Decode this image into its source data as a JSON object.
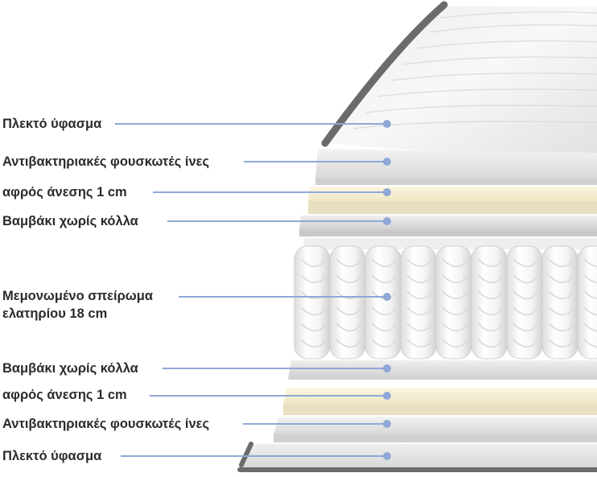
{
  "labels": [
    {
      "text": "Πλεκτό ύφασμα"
    },
    {
      "text": "Αντιβακτηριακές φουσκωτές ίνες"
    },
    {
      "text": "αφρός άνεσης 1 cm"
    },
    {
      "text": "Βαμβάκι χωρίς κόλλα"
    },
    {
      "line1": "Μεμονωμένο σπείρωμα",
      "line2": "ελατηρίου 18 cm"
    },
    {
      "text": "Βαμβάκι χωρίς κόλλα"
    },
    {
      "text": "αφρός άνεσης 1 cm"
    },
    {
      "text": "Αντιβακτηριακές φουσκωτές ίνες"
    },
    {
      "text": "Πλεκτό ύφασμα"
    }
  ],
  "colors": {
    "leader": "#8fa8d8",
    "dot": "#8fa8d8",
    "label_text": "#2b2b2b",
    "foam": "#f7f1d6",
    "fiber": "#e6e6e6",
    "cotton": "#d9d9d9",
    "border_piping": "#6b6b6b",
    "spring": "#f2f2f2"
  }
}
